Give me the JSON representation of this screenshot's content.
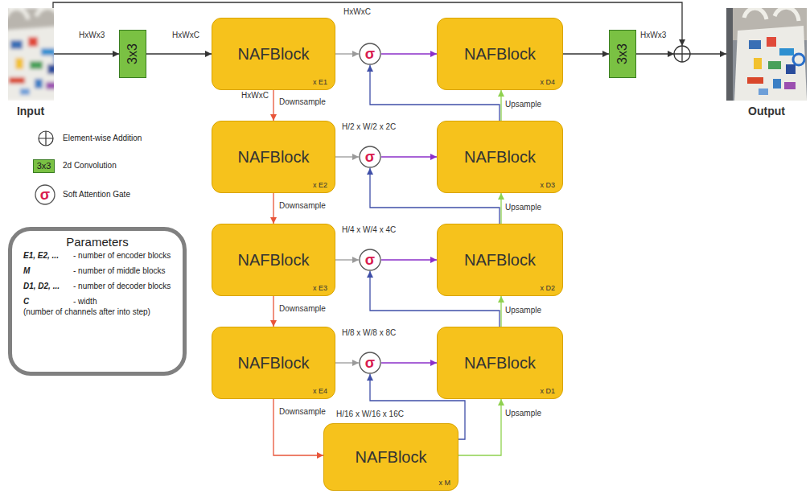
{
  "diagram": {
    "nodes": [
      {
        "text": [
          "3x3"
        ]
      },
      {
        "text": [
          "NAFBlock",
          "x E1"
        ]
      },
      {
        "text": [
          "σ"
        ]
      },
      {
        "text": [
          "NAFBlock",
          "x D4"
        ]
      },
      {
        "text": [
          "3x3"
        ]
      },
      {
        "text": [
          "NAFBlock",
          "x E2"
        ]
      },
      {
        "text": [
          "σ"
        ]
      },
      {
        "text": [
          "NAFBlock",
          "x D3"
        ]
      },
      {
        "text": [
          "NAFBlock",
          "x E3"
        ]
      },
      {
        "text": [
          "σ"
        ]
      },
      {
        "text": [
          "NAFBlock",
          "x D2"
        ]
      },
      {
        "text": [
          "NAFBlock",
          "x E4"
        ]
      },
      {
        "text": [
          "σ"
        ]
      },
      {
        "text": [
          "NAFBlock",
          "x D1"
        ]
      },
      {
        "text": [
          "NAFBlock",
          "x M"
        ]
      },
      {
        "text": [
          "Parameters",
          "E1, E2, ...",
          "- number of encoder blocks",
          "M",
          "- number of middle blocks",
          "D1, D2, ...",
          "- number of decoder blocks",
          "C",
          "- width",
          "(number of channels after into step)"
        ]
      }
    ],
    "edges": [
      {
        "from": 0,
        "to": 1,
        "arrow": "to"
      },
      {
        "from": 1,
        "to": 2,
        "arrow": "to"
      },
      {
        "from": 2,
        "to": 3,
        "arrow": "to"
      },
      {
        "from": 3,
        "to": 4,
        "arrow": "to"
      },
      {
        "from": 1,
        "to": 5,
        "arrow": "to"
      },
      {
        "from": 5,
        "to": 6,
        "arrow": "to"
      },
      {
        "from": 6,
        "to": 7,
        "arrow": "to"
      },
      {
        "from": 7,
        "to": 3,
        "arrow": "to"
      },
      {
        "from": 7,
        "to": 2,
        "arrow": "to"
      },
      {
        "from": 5,
        "to": 8,
        "arrow": "to"
      },
      {
        "from": 8,
        "to": 9,
        "arrow": "to"
      },
      {
        "from": 9,
        "to": 10,
        "arrow": "to"
      },
      {
        "from": 10,
        "to": 7,
        "arrow": "to"
      },
      {
        "from": 10,
        "to": 6,
        "arrow": "to"
      },
      {
        "from": 8,
        "to": 11,
        "arrow": "to"
      },
      {
        "from": 11,
        "to": 12,
        "arrow": "to"
      },
      {
        "from": 12,
        "to": 13,
        "arrow": "to"
      },
      {
        "from": 13,
        "to": 10,
        "arrow": "to"
      },
      {
        "from": 13,
        "to": 9,
        "arrow": "to"
      },
      {
        "from": 11,
        "to": 14,
        "arrow": "to"
      },
      {
        "from": 14,
        "to": 13,
        "arrow": "to"
      },
      {
        "from": 14,
        "to": 12,
        "arrow": "to"
      }
    ],
    "labels": [
      "Input",
      "HxWx3",
      "HxWxC",
      "HxWxC",
      "HxWxC",
      "Downsample",
      "HxWx3",
      "Output",
      "H/2 x W/2 x 2C",
      "Upsample",
      "Downsample",
      "H/4 x W/4 x 4C",
      "Upsample",
      "Downsample",
      "H/8 x W/8 x 8C",
      "Upsample",
      "Downsample",
      "H/16 x W/16 x 16C",
      "Upsample",
      "3x3",
      "σ"
    ],
    "legend": [
      {
        "text": "Element-wise Addition"
      },
      {
        "text": "2d Convolution",
        "color": "#7ac143"
      },
      {
        "text": "Soft Attention Gate"
      }
    ]
  }
}
